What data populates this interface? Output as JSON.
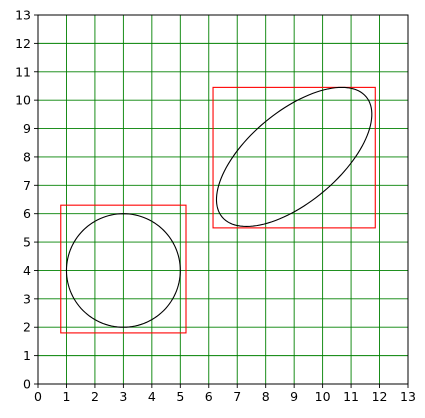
{
  "chart_data": {
    "type": "scatter",
    "title": "",
    "xlabel": "",
    "ylabel": "",
    "xlim": [
      0,
      13
    ],
    "ylim": [
      0,
      13
    ],
    "xticks": [
      "0",
      "1",
      "2",
      "3",
      "4",
      "5",
      "6",
      "7",
      "8",
      "9",
      "10",
      "11",
      "12",
      "13"
    ],
    "yticks": [
      "0",
      "1",
      "2",
      "3",
      "4",
      "5",
      "6",
      "7",
      "8",
      "9",
      "10",
      "11",
      "12",
      "13"
    ],
    "grid": true,
    "colors": {
      "grid": "#008000",
      "bounding_box": "#ff0000",
      "shape": "#000000"
    },
    "shapes": [
      {
        "name": "circle",
        "kind": "ellipse",
        "center": [
          3.0,
          4.0
        ],
        "rx": 2.0,
        "ry": 2.0,
        "angle_deg": 0
      },
      {
        "name": "ellipse",
        "kind": "ellipse",
        "center": [
          9.0,
          8.0
        ],
        "rx": 3.3,
        "ry": 1.6,
        "angle_deg": 40
      }
    ],
    "bounding_boxes": [
      {
        "name": "circle-box",
        "x0": 0.8,
        "y0": 1.8,
        "x1": 5.2,
        "y1": 6.3
      },
      {
        "name": "ellipse-box",
        "x0": 6.15,
        "y0": 5.5,
        "x1": 11.85,
        "y1": 10.45
      }
    ]
  }
}
